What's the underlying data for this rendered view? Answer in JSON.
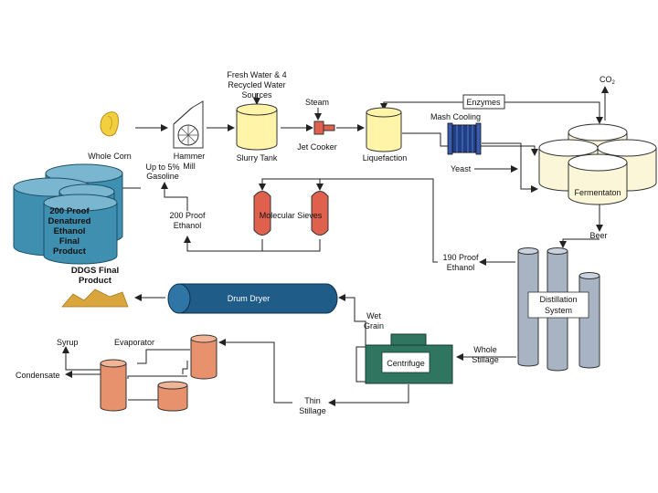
{
  "nodes": {
    "whole_corn": "Whole Corn",
    "hammer_mill": [
      "Hammer",
      "Mill"
    ],
    "fresh_water": [
      "Fresh Water & 4",
      "Recycled Water",
      "Sources"
    ],
    "slurry_tank": "Slurry Tank",
    "steam": "Steam",
    "jet_cooker": "Jet Cooker",
    "liquefaction": "Liquefaction",
    "enzymes": "Enzymes",
    "co2": "CO",
    "co2_sub": "2",
    "mash_cooling": "Mash Cooling",
    "yeast": "Yeast",
    "fermentation": "Fermentaton",
    "beer": "Beer",
    "gasoline": [
      "Up to 5%",
      "Gasoline"
    ],
    "final_product": [
      "200 Proof",
      "Denatured",
      "Ethanol",
      "Final",
      "Product"
    ],
    "ethanol_200": [
      "200 Proof",
      "Ethanol"
    ],
    "molecular_sieves": "Molecular Sieves",
    "ethanol_190": [
      "190 Proof",
      "Ethanol"
    ],
    "ddgs": [
      "DDGS Final",
      "Product"
    ],
    "drum_dryer": "Drum Dryer",
    "wet_grain": [
      "Wet",
      "Grain"
    ],
    "distillation": [
      "Distillation",
      "System"
    ],
    "whole_stillage": [
      "Whole",
      "Stillage"
    ],
    "centrifuge": "Centrifuge",
    "syrup": "Syrup",
    "evaporator": "Evaporator",
    "condensate": "Condensate",
    "thin_stillage": [
      "Thin",
      "Stillage"
    ]
  },
  "colors": {
    "corn": "#f2cf3c",
    "slurry": "#fff4a8",
    "fermenter": "#fcf6d8",
    "storage": "#3f8fb0",
    "storage_top": "#7ab6cf",
    "drum": "#1f5c87",
    "distill": "#a8b4c4",
    "centrifuge": "#2f7560",
    "evaporator": "#e8926d",
    "sieve": "#e0604e",
    "jet": "#e0604e",
    "mash": "#1f3f88",
    "ddgs": "#d9a53c"
  }
}
